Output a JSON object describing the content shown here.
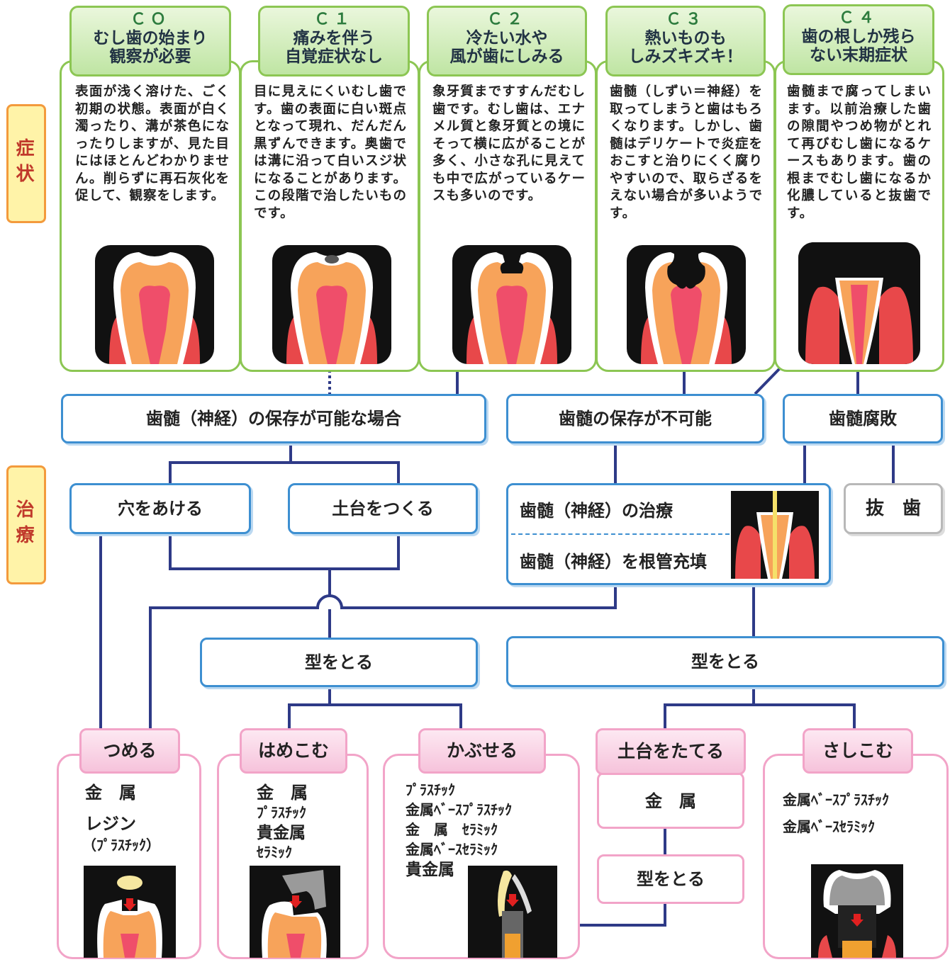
{
  "side_labels": {
    "symptoms": "症状",
    "treatment": "治療"
  },
  "stages": [
    {
      "code": "ＣＯ",
      "title": "むし歯の始まり\n観察が必要",
      "desc": "表面が浅く溶けた、ごく初期の状態。表面が白く濁ったり、溝が茶色になったりしますが、見た目にはほとんどわかりません。削らずに再石灰化を促して、観察をします。"
    },
    {
      "code": "Ｃ１",
      "title": "痛みを伴う\n自覚症状なし",
      "desc": "目に見えにくいむし歯です。歯の表面に白い斑点となって現れ、だんだん黒ずんできます。奥歯では溝に沿って白いスジ状になることがあります。この段階で治したいものです。"
    },
    {
      "code": "Ｃ２",
      "title": "冷たい水や\n風が歯にしみる",
      "desc": "象牙質まですすんだむし歯です。むし歯は、エナメル質と象牙質との境にそって横に広がることが多く、小さな孔に見えても中で広がっているケースも多いのです。"
    },
    {
      "code": "Ｃ３",
      "title": "熱いものも\nしみズキズキ！",
      "desc": "歯髄（しずい＝神経）を取ってしまうと歯はもろくなります。しかし、歯髄はデリケートで炎症をおこすと治りにくく腐りやすいので、取らざるをえない場合が多いようです。"
    },
    {
      "code": "Ｃ４",
      "title": "歯の根しか残ら\nない末期症状",
      "desc": "歯髄まで腐ってしまいます。以前治療した歯の隙間やつめ物がとれて再びむし歯になるケースもあります。歯の根までむし歯になるか化膿していると抜歯です。"
    }
  ],
  "conditions": {
    "preservable": "歯髄（神経）の保存が可能な場合",
    "not_preservable": "歯髄の保存が不可能",
    "rotten": "歯髄腐敗"
  },
  "steps": {
    "drill": "穴をあける",
    "base": "土台をつくる",
    "pulp_treatment": "歯髄（神経）の治療",
    "root_fill": "歯髄（神経）を根管充填",
    "extraction": "抜　歯",
    "impression_left": "型をとる",
    "impression_right": "型をとる"
  },
  "final": [
    {
      "label": "つめる",
      "materials": [
        "金　属",
        "レジン",
        "（ﾌﾟﾗｽﾁｯｸ）"
      ]
    },
    {
      "label": "はめこむ",
      "materials": [
        "金　属",
        "ﾌﾟﾗｽﾁｯｸ",
        "貴金属",
        "ｾﾗﾐｯｸ"
      ]
    },
    {
      "label": "かぶせる",
      "materials": [
        "ﾌﾟﾗｽﾁｯｸ",
        "金属ﾍﾞｰｽﾌﾟﾗｽﾁｯｸ",
        "金　属　ｾﾗﾐｯｸ",
        "金属ﾍﾞｰｽｾﾗﾐｯｸ",
        "貴金属"
      ]
    },
    {
      "label": "土台をたてる",
      "materials": [
        "金　属"
      ],
      "next": "型をとる"
    },
    {
      "label": "さしこむ",
      "materials": [
        "金属ﾍﾞｰｽﾌﾟﾗｽﾁｯｸ",
        "金属ﾍﾞｰｽｾﾗﾐｯｸ"
      ]
    }
  ],
  "colors": {
    "green_border": "#8cc653",
    "blue_border": "#3d8fd1",
    "pink_border": "#f2a4c8",
    "line_navy": "#2e3a87",
    "side_border": "#f39a3c",
    "side_fill": "#fff3a8"
  }
}
